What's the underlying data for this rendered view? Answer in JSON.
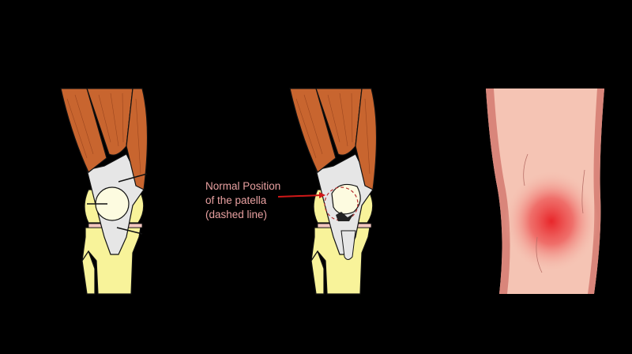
{
  "annotation": {
    "lines": [
      "Normal Position",
      "of the patella",
      "(dashed line)"
    ]
  },
  "colors": {
    "background": "#000000",
    "muscle": "#c8652f",
    "bone": "#f8f39a",
    "tendon": "#e6e6e6",
    "patella": "#fdfbe0",
    "cartilage": "#f3c7bf",
    "skin": "#f5c4b4",
    "inflammation": "#e8262a",
    "annotation": "#e8a0a0",
    "arrow": "#d01818"
  },
  "panels": [
    "normal-knee",
    "dislocated-patella-knee",
    "swollen-knee-skin"
  ]
}
